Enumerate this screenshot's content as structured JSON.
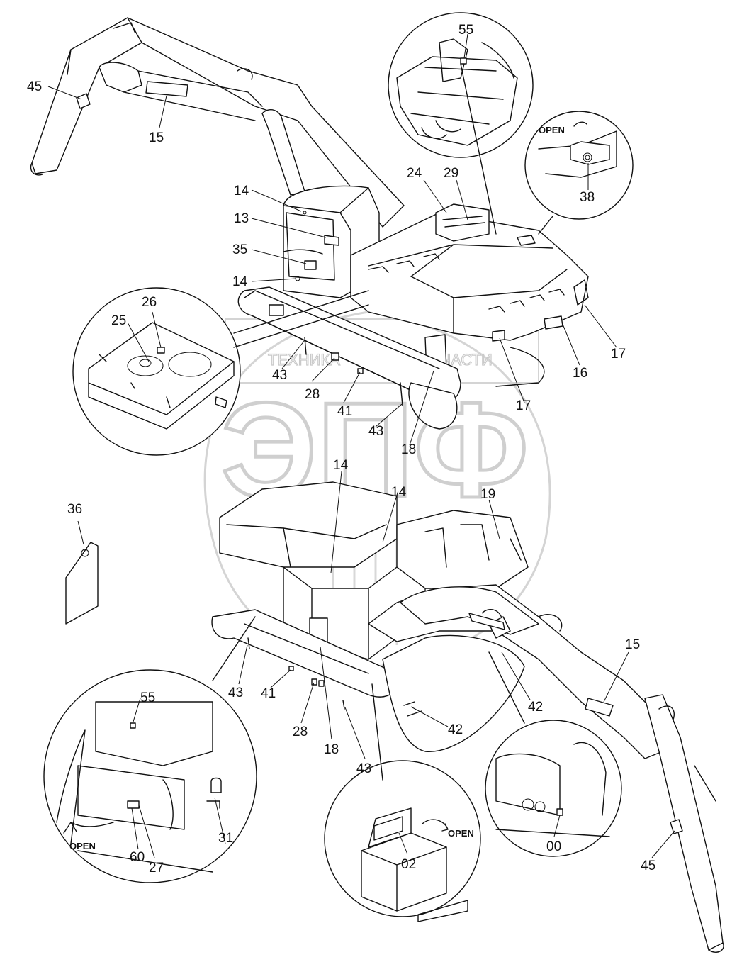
{
  "watermark": {
    "left_text": "ТЕХНИКА",
    "right_text": "ЗАПЧАСТИ",
    "letters": "ЭПФ"
  },
  "labels": {
    "l45a": "45",
    "l15a": "15",
    "l14a": "14",
    "l13": "13",
    "l35": "35",
    "l14b": "14",
    "l26": "26",
    "l25": "25",
    "l55a": "55",
    "l24": "24",
    "l29": "29",
    "l38": "38",
    "l17a": "17",
    "l16": "16",
    "l17b": "17",
    "l43a": "43",
    "l28a": "28",
    "l41a": "41",
    "l43b": "43",
    "l18a": "18",
    "l36": "36",
    "l14c": "14",
    "l14d": "14",
    "l19": "19",
    "l15b": "15",
    "l43c": "43",
    "l41b": "41",
    "l28b": "28",
    "l18b": "18",
    "l43d": "43",
    "l42a": "42",
    "l42b": "42",
    "l55b": "55",
    "l60": "60",
    "l27": "27",
    "l31": "31",
    "l02": "02",
    "l00": "00",
    "l45b": "45"
  },
  "open_labels": {
    "top_right": "OPEN",
    "bottom_left": "OPEN",
    "bottom_middle": "OPEN"
  }
}
